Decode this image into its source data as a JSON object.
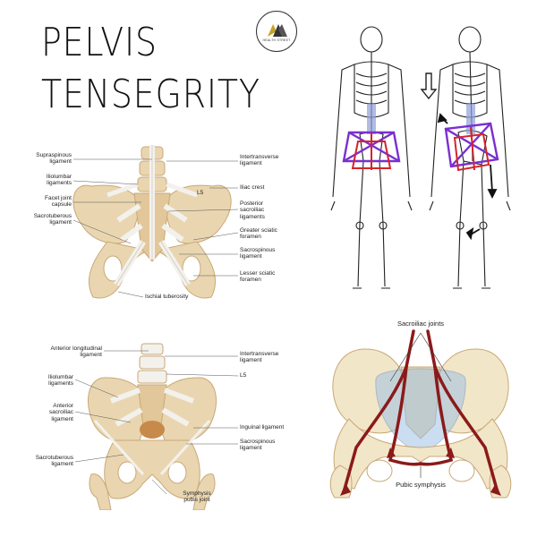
{
  "title": {
    "line1": "PELVIS",
    "line2": "TENSEGRITY"
  },
  "logo": {
    "text": "HEALTH STREET"
  },
  "posterior_view": {
    "left_labels": [
      "Supraspinous\nligament",
      "Iliolumbar\nligaments",
      "Facet joint\ncapsule",
      "Sacrotuberous\nligament"
    ],
    "right_labels": [
      "Intertransverse\nligament",
      "Iliac crest",
      "Posterior\nsacroiliac\nligaments",
      "Greater sciatic\nforamen",
      "Sacrospinous\nligament",
      "Lesser sciatic\nforamen"
    ],
    "l5": "L5",
    "ischial": "Ischial tuberosity"
  },
  "anterior_view": {
    "left_labels": [
      "Anterior longitudinal\nligament",
      "Iliolumbar\nligaments",
      "Anterior\nsacroiliac\nligament",
      "Sacrotuberous\nligament"
    ],
    "right_labels": [
      "Intertransverse\nligament",
      "L5",
      "Inguinal ligament",
      "Sacrospinous\nligament"
    ],
    "symphysis": "Symphysis\npubis joint"
  },
  "ring_view": {
    "top_label": "Sacroiliac joints",
    "bottom_label": "Pubic symphysis"
  },
  "colors": {
    "bone": "#e9d6b0",
    "bone_shade": "#c9a877",
    "ligament": "#f3f1ec",
    "cartilage": "#c78a4a",
    "tension_purple": "#7a2fd1",
    "tension_red": "#d4242a",
    "force_line": "#8b1a1a",
    "ring_blue": "#9fc3e6"
  }
}
